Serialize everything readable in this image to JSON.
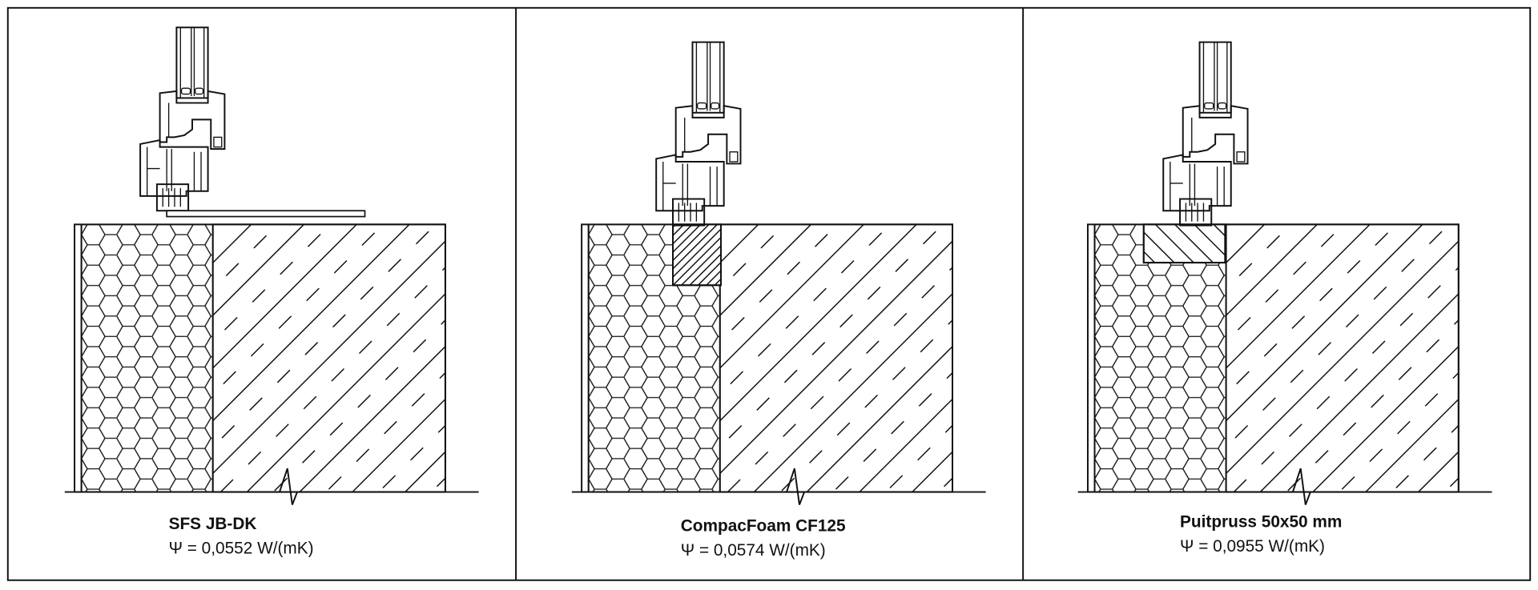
{
  "panels": [
    {
      "title": "SFS JB-DK",
      "psi": "Ψ = 0,0552 W/(mK)",
      "variant": "sill-board"
    },
    {
      "title": "CompacFoam CF125",
      "psi": "Ψ = 0,0574 W/(mK)",
      "variant": "compacfoam-block"
    },
    {
      "title": "Puitpruss 50x50 mm",
      "psi": "Ψ = 0,0955 W/(mK)",
      "variant": "timber-batten"
    }
  ],
  "colors": {
    "line": "#111111",
    "background": "#ffffff"
  }
}
